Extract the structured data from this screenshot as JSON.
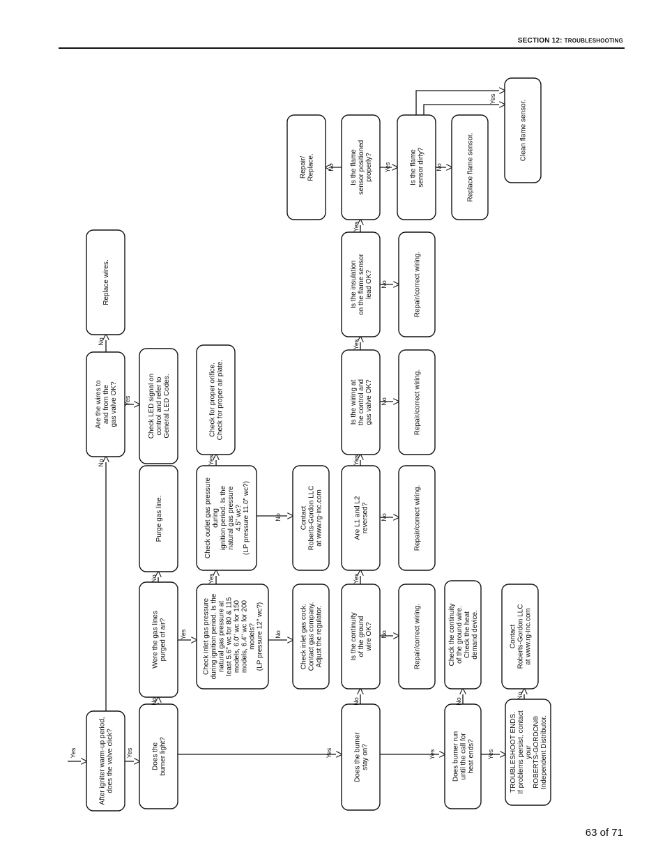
{
  "header": {
    "section": "SECTION 12: TROUBLESHOOTING",
    "section_prefix": "SECTION 12: ",
    "section_name": "TROUBLESHOOTING"
  },
  "page_number": "63 of 71",
  "labels": {
    "yes": "Yes",
    "no": "No"
  },
  "nodes": {
    "warmup_click": [
      "After igniter warm-up period,",
      "does the valve click?"
    ],
    "wires_ok": [
      "Are the wires to",
      "and from the",
      "gas valve OK?"
    ],
    "replace_wires": [
      "Replace wires."
    ],
    "check_led": [
      "Check LED signal on",
      "control and refer to",
      "General LED Codes."
    ],
    "burner_light": [
      "Does the",
      "burner light?"
    ],
    "gas_purged": [
      "Were the gas lines",
      "purged of air?"
    ],
    "purge_gas": [
      "Purge gas line."
    ],
    "inlet_pressure": [
      "Check inlet gas pressure",
      "during ignition period. Is the",
      "natural gas pressure at",
      "least 5.6\" wc for 80 & 115",
      "models, 6.0\" wc for 150",
      "models, 6.4\" wc for 200",
      "models?",
      "(LP pressure 12\" wc?)"
    ],
    "inlet_cock": [
      "Check inlet gas cock.",
      "Contact gas company.",
      "Adjust the regulator."
    ],
    "outlet_pressure": [
      "Check outlet gas pressure",
      "during",
      "ignition period. Is the",
      "natural gas pressure",
      "4.5\" wc?",
      "(LP pressure 11.0\" wc?)"
    ],
    "contact_rg_1": [
      "Contact",
      "Roberts-Gordon LLC",
      "at www.rg-inc.com"
    ],
    "orifice": [
      "Check for proper orifice.",
      "Check for proper air plate."
    ],
    "burner_stay": [
      "Does the burner",
      "stay on?"
    ],
    "ground_wire": [
      "Is the continuity",
      "of the ground",
      "wire OK?"
    ],
    "repair_1": [
      "Repair/correct wiring."
    ],
    "l1l2": [
      "Are L1 and L2",
      "reversed?"
    ],
    "repair_2": [
      "Repair/correct wiring."
    ],
    "wiring_control": [
      "Is the wiring at",
      "the control and",
      "gas valve OK?"
    ],
    "repair_3": [
      "Repair/correct wiring."
    ],
    "insulation": [
      "Is the insulation",
      "on the flame sensor",
      "lead OK?"
    ],
    "repair_4": [
      "Repair/correct wiring."
    ],
    "sensor_position": [
      "Is the flame",
      "sensor positioned",
      "properly?"
    ],
    "repair_replace": [
      "Repair/",
      "Replace."
    ],
    "sensor_dirty": [
      "Is the flame",
      "sensor dirty?"
    ],
    "replace_sensor": [
      "Replace flame sensor."
    ],
    "clean_sensor": [
      "Clean flame sensor."
    ],
    "run_until": [
      "Does burner run",
      "until the call for",
      "heat ends?"
    ],
    "continuity_ground": [
      "Check the continuity",
      "of the ground wire.",
      "Check the heat",
      "demand device."
    ],
    "troubleshoot_ends": [
      "TROUBLESHOOT ENDS.",
      "If problems persist, contact",
      "your",
      "ROBERTS-GORDON®",
      "Independent Distributor."
    ],
    "contact_rg_2": [
      "Contact",
      "Roberts-Gordon LLC",
      "at www.rg-inc.com"
    ]
  }
}
